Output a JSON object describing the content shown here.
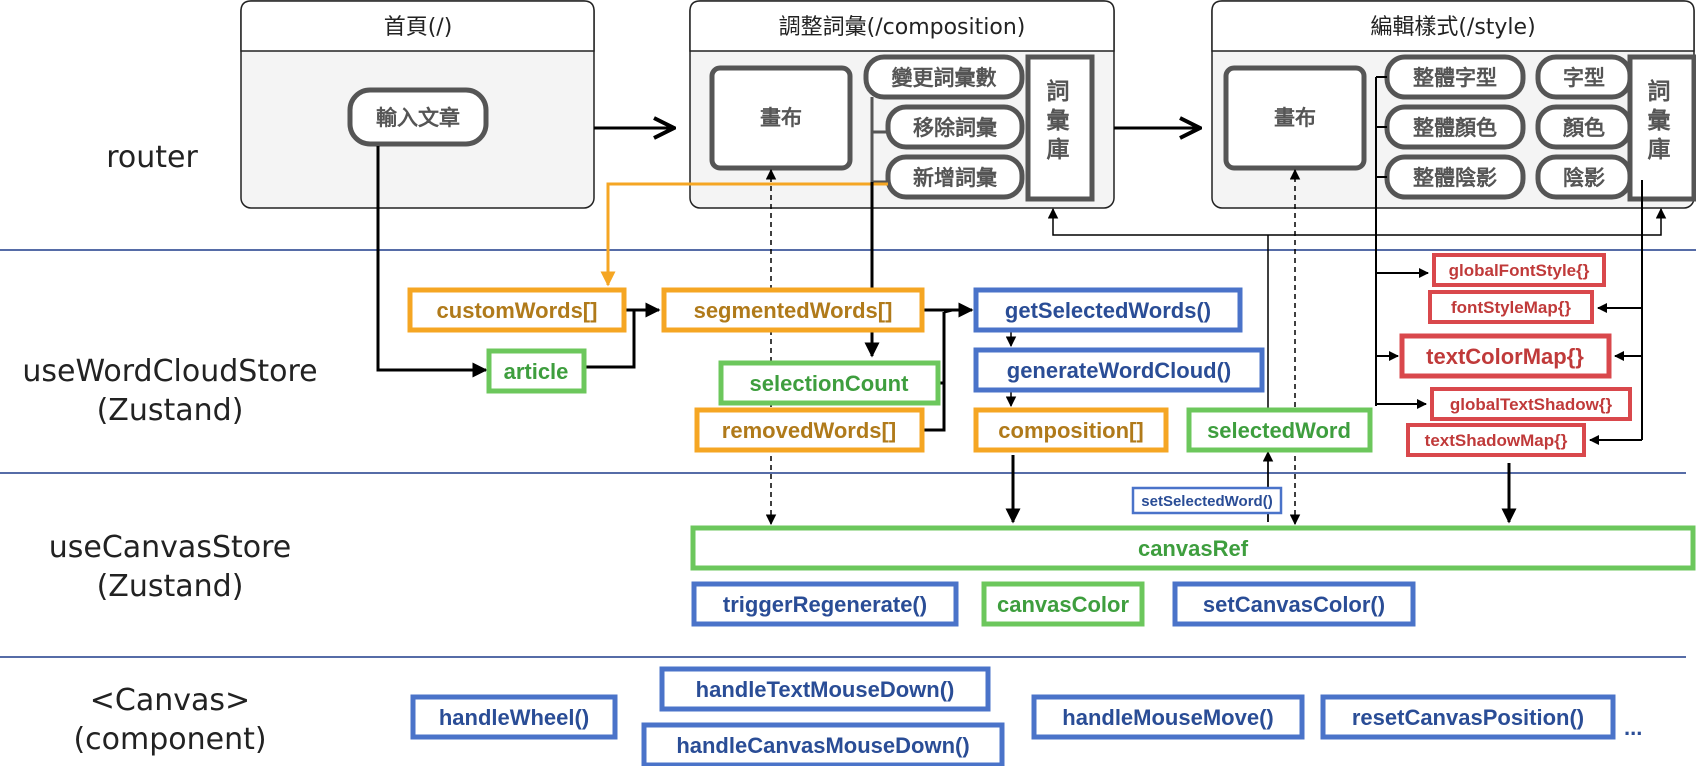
{
  "rows": {
    "router": "router",
    "word_store": [
      "useWordCloudStore",
      "(Zustand)"
    ],
    "canvas_store": [
      "useCanvasStore",
      "(Zustand)"
    ],
    "canvas_comp": [
      "<Canvas>",
      "(component)"
    ]
  },
  "pages": {
    "home": {
      "title": "首頁(/)",
      "input": "輸入文章"
    },
    "composition": {
      "title": "調整詞彙(/composition)",
      "canvas": "畫布",
      "change_count": "變更詞彙數",
      "remove_words": "移除詞彙",
      "add_words": "新增詞彙",
      "library": [
        "詞",
        "彙",
        "庫"
      ]
    },
    "style": {
      "title": "編輯樣式(/style)",
      "canvas": "畫布",
      "global_font": "整體字型",
      "global_color": "整體顏色",
      "global_shadow": "整體陰影",
      "font": "字型",
      "color": "顏色",
      "shadow": "陰影",
      "library": [
        "詞",
        "彙",
        "庫"
      ]
    }
  },
  "word_store": {
    "customWords": "customWords[]",
    "article": "article",
    "segmentedWords": "segmentedWords[]",
    "selectionCount": "selectionCount",
    "removedWords": "removedWords[]",
    "getSelectedWords": "getSelectedWords()",
    "generateWordCloud": "generateWordCloud()",
    "composition": "composition[]",
    "selectedWord": "selectedWord",
    "globalFontStyle": "globalFontStyle{}",
    "fontStyleMap": "fontStyleMap{}",
    "textColorMap": "textColorMap{}",
    "globalTextShadow": "globalTextShadow{}",
    "textShadowMap": "textShadowMap{}"
  },
  "canvas_store": {
    "setSelectedWord": "setSelectedWord()",
    "canvasRef": "canvasRef",
    "triggerRegenerate": "triggerRegenerate()",
    "canvasColor": "canvasColor",
    "setCanvasColor": "setCanvasColor()"
  },
  "canvas_component": {
    "handleWheel": "handleWheel()",
    "handleTextMouseDown": "handleTextMouseDown()",
    "handleCanvasMouseDown": "handleCanvasMouseDown()",
    "handleMouseMove": "handleMouseMove()",
    "resetCanvasPosition": "resetCanvasPosition()",
    "more": "..."
  },
  "colors": {
    "orange": "#f5a623",
    "green": "#6cc75c",
    "blue": "#4a73c9",
    "red": "#d9484c",
    "divider": "#1f3c8a",
    "ui_border": "#555555"
  }
}
